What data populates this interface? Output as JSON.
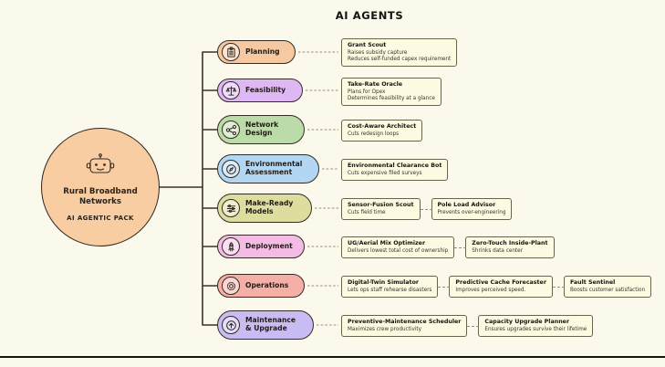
{
  "title": "AI AGENTS",
  "hub": {
    "name": "Rural Broadband Networks",
    "subtitle": "AI AGENTIC PACK"
  },
  "colors": {
    "background": "#fbf8ec",
    "hub_fill": "#f8cda1",
    "card_fill": "#fdfae2",
    "wire_solid": "#3b342c",
    "wire_dashed": "#97906f"
  },
  "rows": [
    {
      "label": "Planning",
      "color": "#f7c9a2",
      "icon": "clipboard-icon",
      "cards": [
        {
          "title": "Grant Scout",
          "lines": [
            "Raises subsidy capture",
            "Reduces self-funded capex requirement"
          ]
        }
      ]
    },
    {
      "label": "Feasibility",
      "color": "#ddb8f5",
      "icon": "scale-icon",
      "cards": [
        {
          "title": "Take-Rate Oracle",
          "lines": [
            "Plans for Opex",
            "Determines feasibility at a glance"
          ]
        }
      ]
    },
    {
      "label": "Network Design",
      "color": "#bbdca9",
      "icon": "network-nodes-icon",
      "cards": [
        {
          "title": "Cost-Aware Architect",
          "lines": [
            "Cuts redesign loops"
          ]
        }
      ]
    },
    {
      "label": "Environmental Assessment",
      "color": "#b3d7f2",
      "icon": "compass-icon",
      "cards": [
        {
          "title": "Environmental Clearance Bot",
          "lines": [
            "Cuts expensive filed surveys"
          ]
        }
      ]
    },
    {
      "label": "Make-Ready Models",
      "color": "#dcdd9f",
      "icon": "sliders-icon",
      "cards": [
        {
          "title": "Sensor-Fusion Scout",
          "lines": [
            "Cuts field time"
          ]
        },
        {
          "title": "Pole Load Advisor",
          "lines": [
            "Prevents over-engineering"
          ]
        }
      ]
    },
    {
      "label": "Deployment",
      "color": "#f4bce4",
      "icon": "rocket-icon",
      "cards": [
        {
          "title": "UG/Aerial Mix Optimizer",
          "lines": [
            "Delivers lowest total cost of ownership"
          ]
        },
        {
          "title": "Zero-Touch Inside-Plant",
          "lines": [
            "Shrinks data center"
          ]
        }
      ]
    },
    {
      "label": "Operations",
      "color": "#f5afa6",
      "icon": "gear-icon",
      "cards": [
        {
          "title": "Digital-Twin Simulator",
          "lines": [
            "Lets ops staff rehearse disasters"
          ]
        },
        {
          "title": "Predictive Cache Forecaster",
          "lines": [
            "Improves perceived speed."
          ]
        },
        {
          "title": "Fault Sentinel",
          "lines": [
            "Boosts customer satisfaction"
          ]
        }
      ]
    },
    {
      "label": "Maintenance & Upgrade",
      "color": "#c8bcf2",
      "icon": "arrow-up-circle-icon",
      "cards": [
        {
          "title": "Preventive-Maintenance Scheduler",
          "lines": [
            "Maximizes crew productivity"
          ]
        },
        {
          "title": "Capacity Upgrade Planner",
          "lines": [
            "Ensures upgrades survive their lifetime"
          ]
        }
      ]
    }
  ]
}
